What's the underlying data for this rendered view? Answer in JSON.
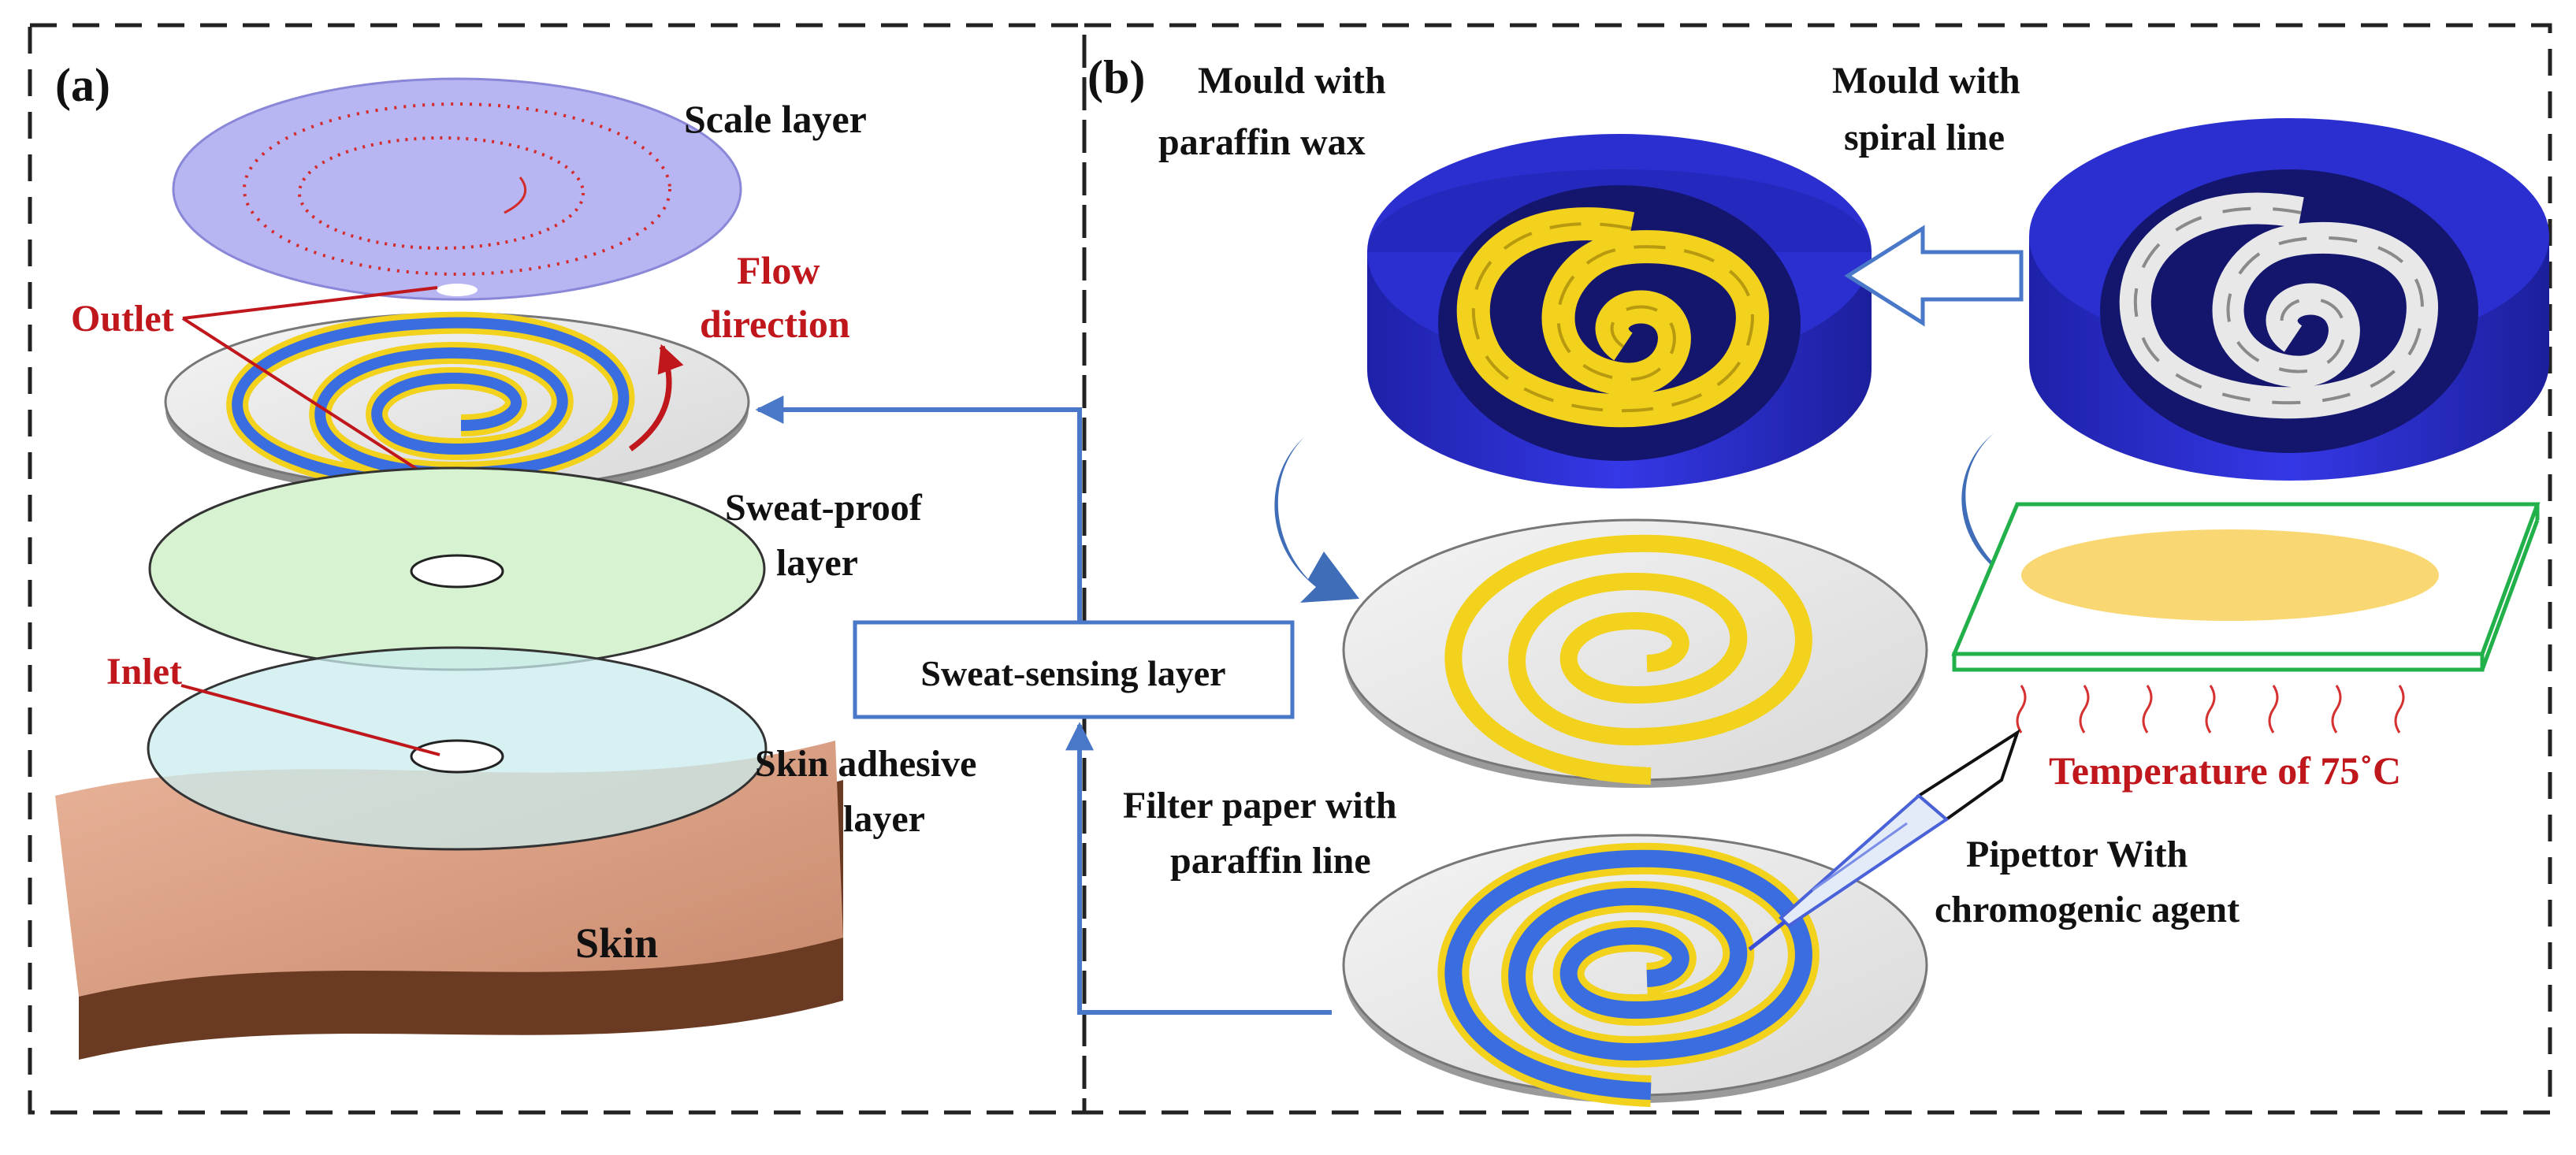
{
  "panel_a": {
    "label": "(a)",
    "scale_layer": "Scale layer",
    "flow_direction_line1": "Flow",
    "flow_direction_line2": "direction",
    "outlet": "Outlet",
    "sweat_proof_line1": "Sweat-proof",
    "sweat_proof_line2": "layer",
    "inlet": "Inlet",
    "skin_adhesive_line1": "Skin adhesive",
    "skin_adhesive_line2": "layer",
    "skin": "Skin"
  },
  "sweat_sensing_layer": "Sweat-sensing layer",
  "panel_b": {
    "label": "(b)",
    "mould_wax_line1": "Mould with",
    "mould_wax_line2": "paraffin wax",
    "mould_spiral_line1": "Mould with",
    "mould_spiral_line2": "spiral line",
    "filter_paper_line1": "Filter paper with",
    "filter_paper_line2": "paraffin line",
    "pipettor_line1": "Pipettor With",
    "pipettor_line2": "chromogenic agent",
    "temperature": "Temperature of  75˚C"
  },
  "colors": {
    "wax_yellow": "#f2d21c",
    "dye_blue": "#3a6ee0",
    "mould_blue": "#2b2fd0",
    "arrow_blue": "#4a78c8",
    "label_red": "#c0171d",
    "heater_green": "#22b04a"
  }
}
